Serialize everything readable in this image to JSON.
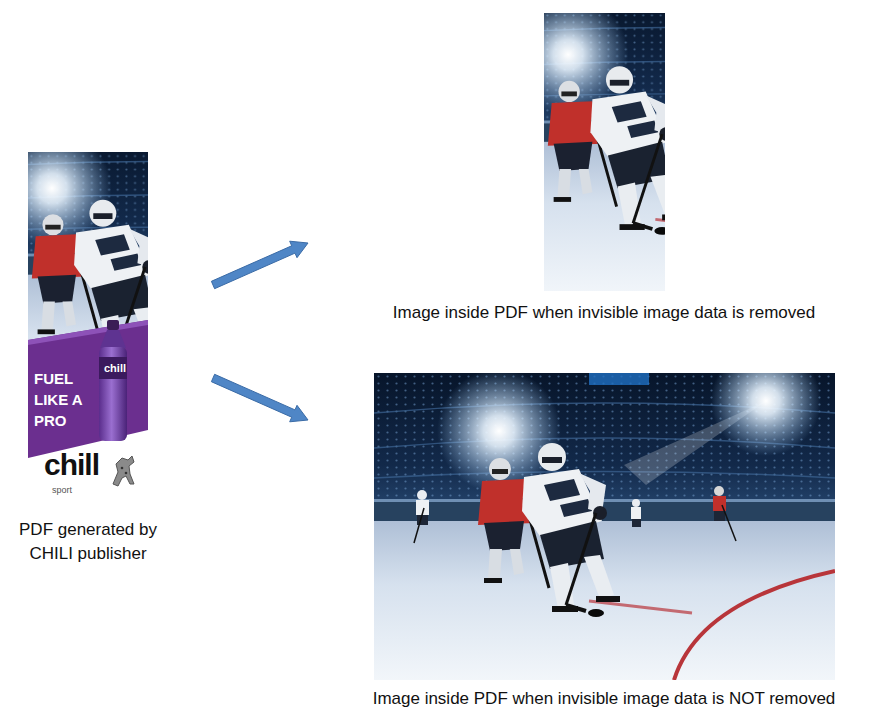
{
  "diagram": {
    "nodes": [
      {
        "text": [
          "FUEL LIKE A PRO",
          "chill",
          "chill",
          "sport",
          "PDF generated by CHILI publisher"
        ]
      },
      {
        "text": [
          "Image inside PDF when invisible image data is removed"
        ]
      },
      {
        "text": [
          "Image inside PDF when invisible image data is NOT removed"
        ]
      }
    ],
    "edges": [
      {
        "from": 0,
        "to": 1,
        "arrow": "to"
      },
      {
        "from": 0,
        "to": 2,
        "arrow": "to"
      }
    ]
  }
}
